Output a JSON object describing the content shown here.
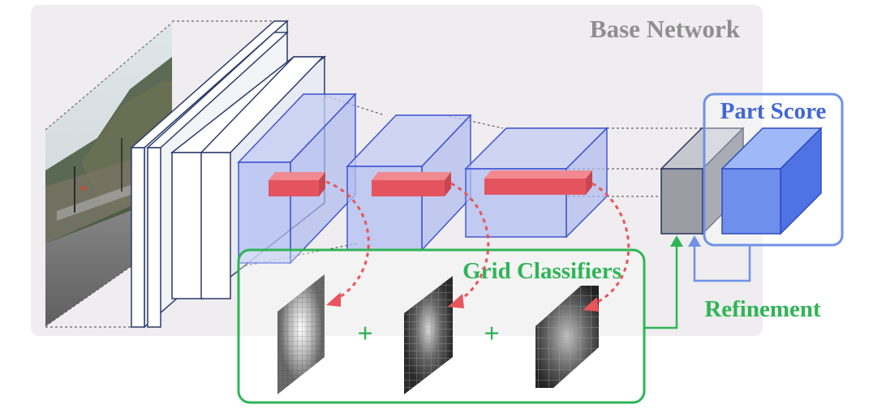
{
  "title": "Base Network",
  "part_score_label": "Part Score",
  "grid_classifiers_label": "Grid Classifiers",
  "refinement_label": "Refinement",
  "plus_signs": [
    "+",
    "+"
  ],
  "colors": {
    "base_panel": "#efedef",
    "title_gray": "#8f8f8f",
    "blue_edge": "#3a4fd0",
    "blue_fill": "#aeb9f0",
    "red_block": "#e4545f",
    "red_arrow": "#e8555a",
    "green": "#2fb556",
    "part_blue": "#5a7ee6",
    "part_border": "#6f92e8",
    "gray_block": "#9a9ca4"
  }
}
